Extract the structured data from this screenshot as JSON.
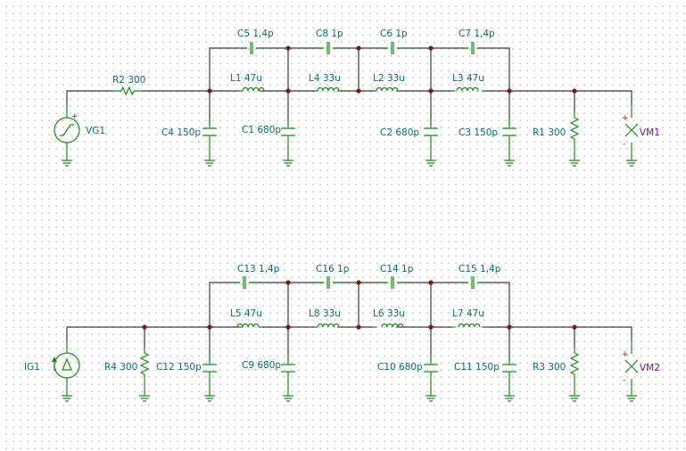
{
  "circuit1": {
    "source": "VG1",
    "meter": "VM1",
    "components": {
      "R2": "R2 300",
      "C5": "C5 1,4p",
      "C8": "C8 1p",
      "C6": "C6 1p",
      "C7": "C7 1,4p",
      "L1": "L1 47u",
      "L4": "L4 33u",
      "L2": "L2 33u",
      "L3": "L3 47u",
      "C4": "C4 150p",
      "C1": "C1 680p",
      "C2": "C2 680p",
      "C3": "C3 150p",
      "R1": "R1 300"
    }
  },
  "circuit2": {
    "source": "IG1",
    "meter": "VM2",
    "components": {
      "C13": "C13 1,4p",
      "C16": "C16 1p",
      "C14": "C14 1p",
      "C15": "C15 1,4p",
      "L5": "L5 47u",
      "L8": "L8 33u",
      "L6": "L6 33u",
      "L7": "L7 47u",
      "R4": "R4 300",
      "C12": "C12 150p",
      "C9": "C9 680p",
      "C10": "C10 680p",
      "C11": "C11 150p",
      "R3": "R3 300"
    }
  },
  "signs": {
    "plus": "+",
    "minus": "-"
  }
}
